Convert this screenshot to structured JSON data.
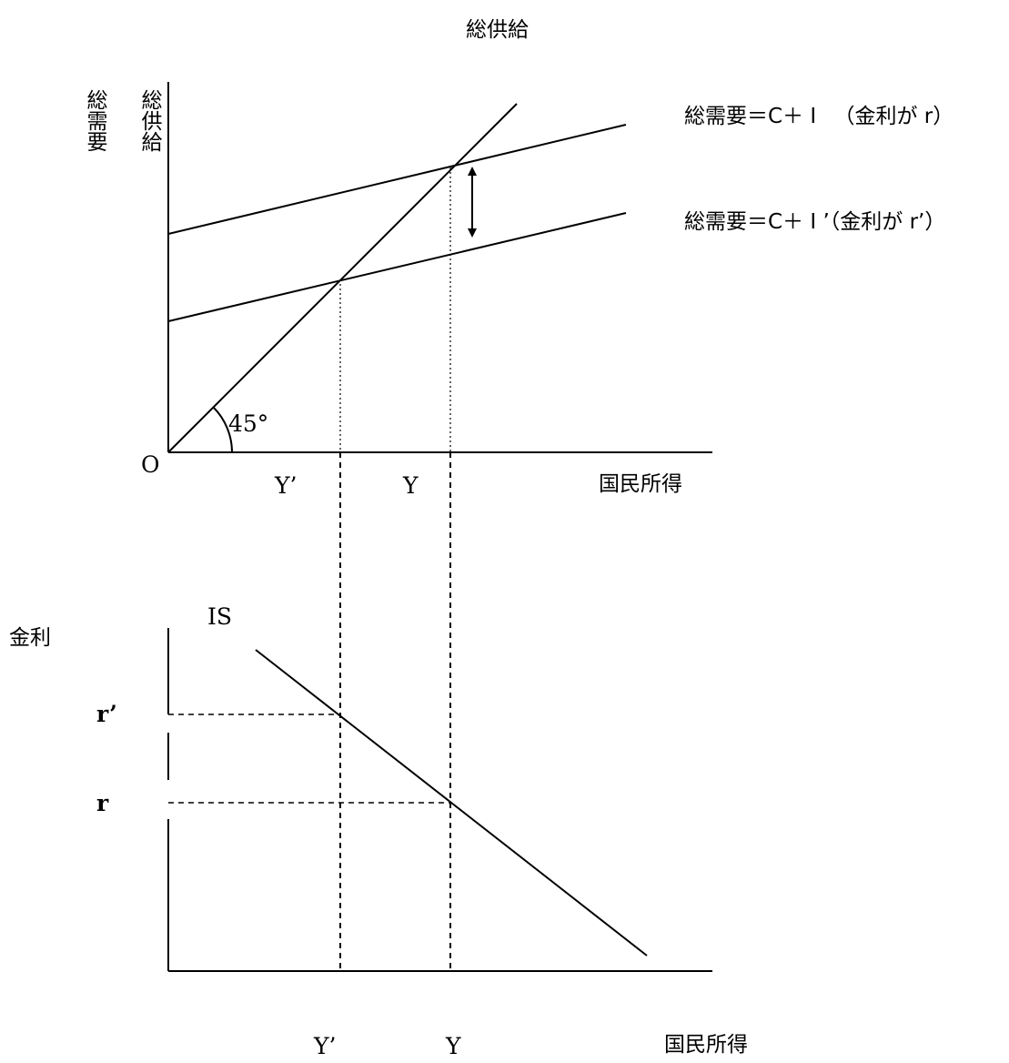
{
  "top_title": "総供給",
  "top_panel": {
    "y_axis_label_1": "総需要",
    "y_axis_label_2": "総供給",
    "origin_label": "O",
    "angle_label": "45°",
    "x_axis_label": "国民所得",
    "tick_y_prime": "Y’",
    "tick_y": "Y",
    "curve_label_1_main": "総需要＝C＋ I",
    "curve_label_1_paren": "（金利が r）",
    "curve_label_2_main": "総需要＝C＋ I ’",
    "curve_label_2_paren": "（金利が r’）"
  },
  "bottom_panel": {
    "y_axis_label": "金利",
    "curve_label": "IS",
    "tick_r_prime": "r’",
    "tick_r": "r",
    "tick_y_prime": "Y’",
    "tick_y": "Y",
    "x_axis_label": "国民所得"
  },
  "colors": {
    "line": "#000000",
    "background": "#ffffff"
  }
}
